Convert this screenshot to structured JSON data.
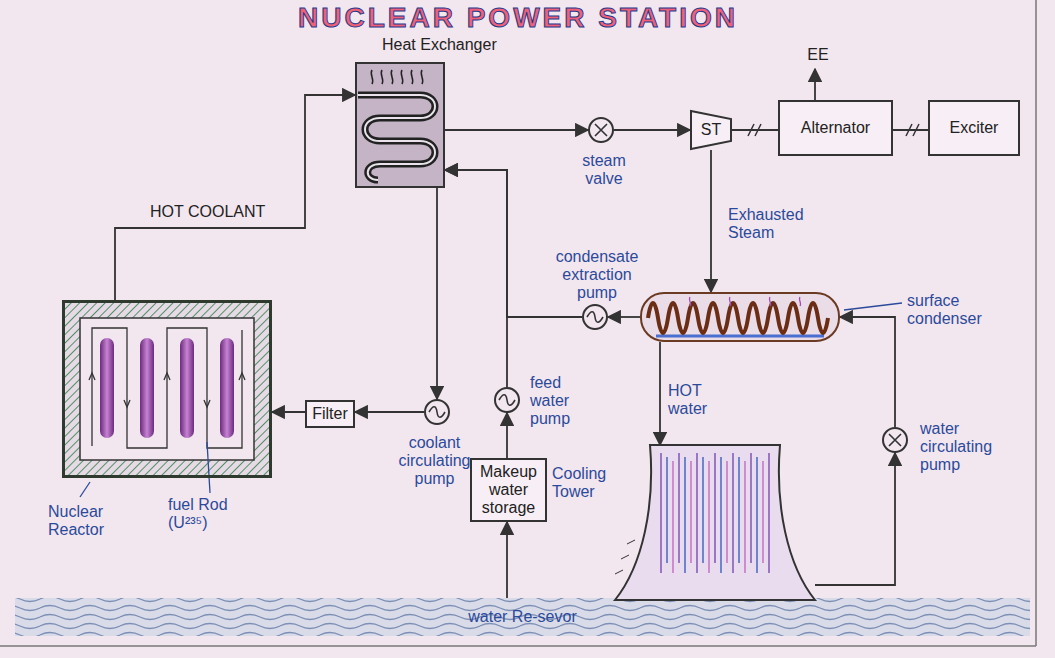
{
  "diagram": {
    "title": "NUCLEAR POWER STATION",
    "nodes": [
      {
        "text": [
          "Heat Exchanger"
        ]
      },
      {
        "text": [
          "steam valve"
        ]
      },
      {
        "text": [
          "ST"
        ]
      },
      {
        "text": [
          "Alternator"
        ]
      },
      {
        "text": [
          "Exciter"
        ]
      },
      {
        "text": [
          "Nuclear Reactor"
        ]
      },
      {
        "text": [
          "Filter"
        ]
      },
      {
        "text": [
          "coolant circulating pump"
        ]
      },
      {
        "text": [
          "feed water pump"
        ]
      },
      {
        "text": [
          "condensate extraction pump"
        ]
      },
      {
        "text": [
          "surface condenser"
        ]
      },
      {
        "text": [
          "Makeup water storage"
        ]
      },
      {
        "text": [
          "Cooling Tower"
        ]
      },
      {
        "text": [
          "water circulating pump"
        ]
      },
      {
        "text": [
          "water Re-sevor"
        ]
      }
    ],
    "edges": [
      {
        "from": 5,
        "to": 0,
        "arrow": "to",
        "label": "HOT COOLANT"
      },
      {
        "from": 0,
        "to": 1,
        "arrow": "to"
      },
      {
        "from": 1,
        "to": 2,
        "arrow": "to"
      },
      {
        "from": 2,
        "to": 3,
        "arrow": "none"
      },
      {
        "from": 3,
        "to": 4,
        "arrow": "none"
      },
      {
        "from": 2,
        "to": 10,
        "arrow": "to",
        "label": "Exhausted Steam"
      },
      {
        "from": 10,
        "to": 9,
        "arrow": "to"
      },
      {
        "from": 9,
        "to": 0,
        "arrow": "to"
      },
      {
        "from": 8,
        "to": 0,
        "arrow": "to"
      },
      {
        "from": 11,
        "to": 8,
        "arrow": "to"
      },
      {
        "from": 14,
        "to": 11,
        "arrow": "to"
      },
      {
        "from": 0,
        "to": 7,
        "arrow": "to"
      },
      {
        "from": 7,
        "to": 6,
        "arrow": "to"
      },
      {
        "from": 6,
        "to": 5,
        "arrow": "to"
      },
      {
        "from": 10,
        "to": 12,
        "arrow": "to",
        "label": "HOT water"
      },
      {
        "from": 12,
        "to": 13,
        "arrow": "to"
      },
      {
        "from": 13,
        "to": 10,
        "arrow": "to"
      },
      {
        "from": 14,
        "to": 12,
        "arrow": "to"
      }
    ],
    "labels": [
      "EE",
      "fuel Rod (U²³⁵)"
    ]
  }
}
